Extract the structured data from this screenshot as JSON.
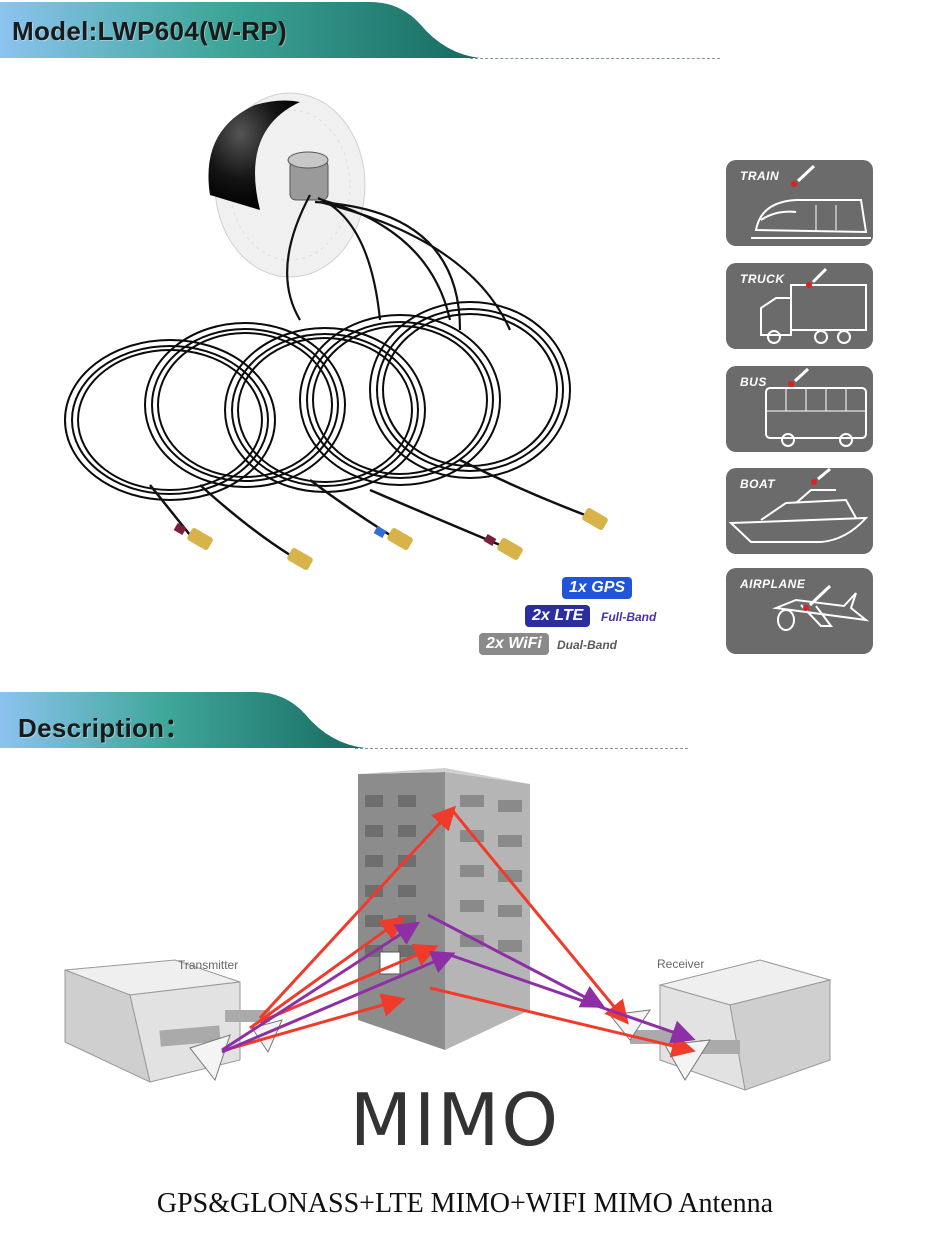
{
  "header_model": {
    "title": "Model:LWP604(W-RP)"
  },
  "header_description": {
    "title": "Description："
  },
  "product": {
    "tags": [
      {
        "label": "1x GPS",
        "sub": "",
        "color": "#1f55d6"
      },
      {
        "label": "2x LTE",
        "sub": "Full-Band",
        "color": "#2b2f9e"
      },
      {
        "label": "2x WiFi",
        "sub": "Dual-Band",
        "color": "#8a8a8a"
      }
    ]
  },
  "applications": [
    {
      "label": "TRAIN",
      "icon": "train-icon"
    },
    {
      "label": "TRUCK",
      "icon": "truck-icon"
    },
    {
      "label": "BUS",
      "icon": "bus-icon"
    },
    {
      "label": "BOAT",
      "icon": "boat-icon"
    },
    {
      "label": "AIRPLANE",
      "icon": "airplane-icon"
    }
  ],
  "mimo_diagram": {
    "transmitter_label": "Transmitter",
    "receiver_label": "Receiver",
    "caption": "MIMO"
  },
  "footer": {
    "title": "GPS&GLONASS+LTE MIMO+WIFI MIMO Antenna"
  },
  "colors": {
    "banner_start": "#7fb9ea",
    "banner_end": "#1f7a6e",
    "arrow_red": "#f03a2a",
    "arrow_purple": "#8e2fa6"
  }
}
